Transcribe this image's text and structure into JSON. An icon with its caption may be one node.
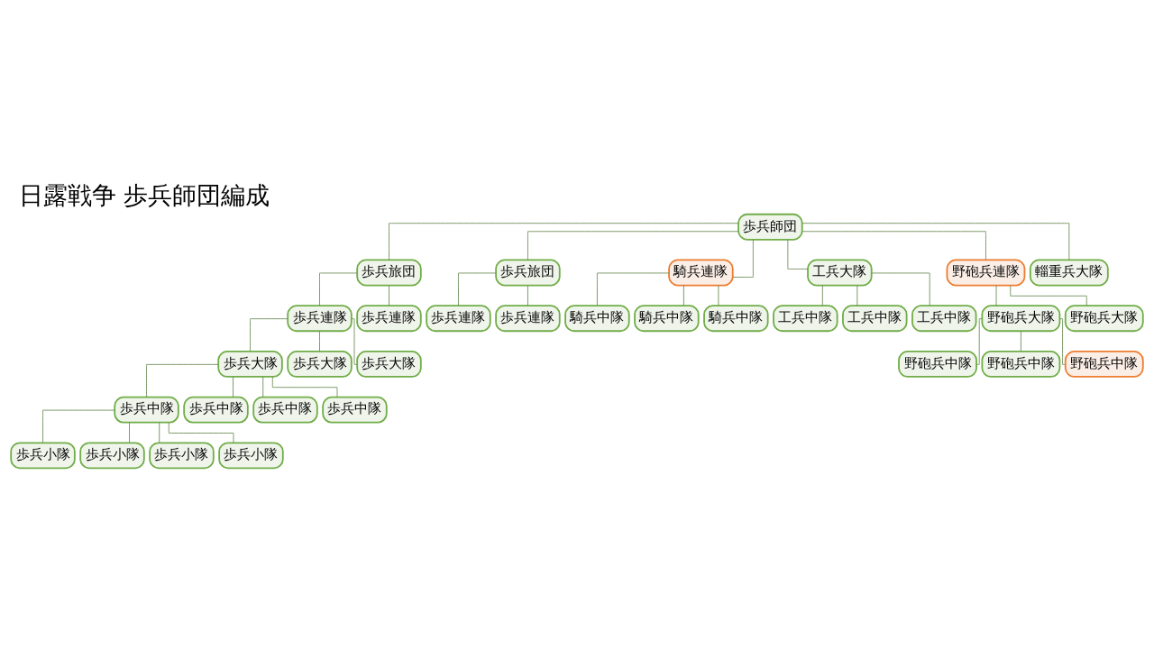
{
  "diagram": {
    "title": "日露戦争 歩兵師団編成",
    "nodes": [
      {
        "text": [
          "歩兵師団"
        ]
      },
      {
        "text": [
          "歩兵旅団"
        ]
      },
      {
        "text": [
          "歩兵旅団"
        ]
      },
      {
        "text": [
          "騎兵連隊"
        ]
      },
      {
        "text": [
          "工兵大隊"
        ]
      },
      {
        "text": [
          "野砲兵連隊"
        ]
      },
      {
        "text": [
          "輜重兵大隊"
        ]
      },
      {
        "text": [
          "歩兵連隊"
        ]
      },
      {
        "text": [
          "歩兵連隊"
        ]
      },
      {
        "text": [
          "騎兵中隊"
        ]
      },
      {
        "text": [
          "騎兵中隊"
        ]
      },
      {
        "text": [
          "騎兵中隊"
        ]
      },
      {
        "text": [
          "工兵中隊"
        ]
      },
      {
        "text": [
          "工兵中隊"
        ]
      },
      {
        "text": [
          "工兵中隊"
        ]
      },
      {
        "text": [
          "野砲兵大隊"
        ]
      },
      {
        "text": [
          "野砲兵大隊"
        ]
      },
      {
        "text": [
          "歩兵連隊"
        ]
      },
      {
        "text": [
          "歩兵連隊"
        ]
      },
      {
        "text": [
          "野砲兵中隊"
        ]
      },
      {
        "text": [
          "野砲兵中隊"
        ]
      },
      {
        "text": [
          "野砲兵中隊"
        ]
      },
      {
        "text": [
          "歩兵大隊"
        ]
      },
      {
        "text": [
          "歩兵大隊"
        ]
      },
      {
        "text": [
          "歩兵大隊"
        ]
      },
      {
        "text": [
          "歩兵中隊"
        ]
      },
      {
        "text": [
          "歩兵中隊"
        ]
      },
      {
        "text": [
          "歩兵中隊"
        ]
      },
      {
        "text": [
          "歩兵中隊"
        ]
      },
      {
        "text": [
          "歩兵小隊"
        ]
      },
      {
        "text": [
          "歩兵小隊"
        ]
      },
      {
        "text": [
          "歩兵小隊"
        ]
      },
      {
        "text": [
          "歩兵小隊"
        ]
      }
    ],
    "edges": [
      {
        "from": 0,
        "to": 1,
        "arrow": "none"
      },
      {
        "from": 0,
        "to": 2,
        "arrow": "none"
      },
      {
        "from": 0,
        "to": 3,
        "arrow": "none"
      },
      {
        "from": 0,
        "to": 4,
        "arrow": "none"
      },
      {
        "from": 0,
        "to": 5,
        "arrow": "none"
      },
      {
        "from": 0,
        "to": 6,
        "arrow": "none"
      },
      {
        "from": 2,
        "to": 7,
        "arrow": "none"
      },
      {
        "from": 2,
        "to": 8,
        "arrow": "none"
      },
      {
        "from": 3,
        "to": 9,
        "arrow": "none"
      },
      {
        "from": 3,
        "to": 10,
        "arrow": "none"
      },
      {
        "from": 3,
        "to": 11,
        "arrow": "none"
      },
      {
        "from": 4,
        "to": 12,
        "arrow": "none"
      },
      {
        "from": 4,
        "to": 13,
        "arrow": "none"
      },
      {
        "from": 4,
        "to": 14,
        "arrow": "none"
      },
      {
        "from": 5,
        "to": 15,
        "arrow": "none"
      },
      {
        "from": 5,
        "to": 16,
        "arrow": "none"
      },
      {
        "from": 1,
        "to": 17,
        "arrow": "none"
      },
      {
        "from": 1,
        "to": 18,
        "arrow": "none"
      },
      {
        "from": 15,
        "to": 19,
        "arrow": "none"
      },
      {
        "from": 15,
        "to": 20,
        "arrow": "none"
      },
      {
        "from": 15,
        "to": 21,
        "arrow": "none"
      },
      {
        "from": 17,
        "to": 22,
        "arrow": "none"
      },
      {
        "from": 17,
        "to": 23,
        "arrow": "none"
      },
      {
        "from": 17,
        "to": 24,
        "arrow": "none"
      },
      {
        "from": 22,
        "to": 25,
        "arrow": "none"
      },
      {
        "from": 22,
        "to": 26,
        "arrow": "none"
      },
      {
        "from": 22,
        "to": 27,
        "arrow": "none"
      },
      {
        "from": 22,
        "to": 28,
        "arrow": "none"
      },
      {
        "from": 25,
        "to": 29,
        "arrow": "none"
      },
      {
        "from": 25,
        "to": 30,
        "arrow": "none"
      },
      {
        "from": 25,
        "to": 31,
        "arrow": "none"
      },
      {
        "from": 25,
        "to": 32,
        "arrow": "none"
      }
    ]
  }
}
